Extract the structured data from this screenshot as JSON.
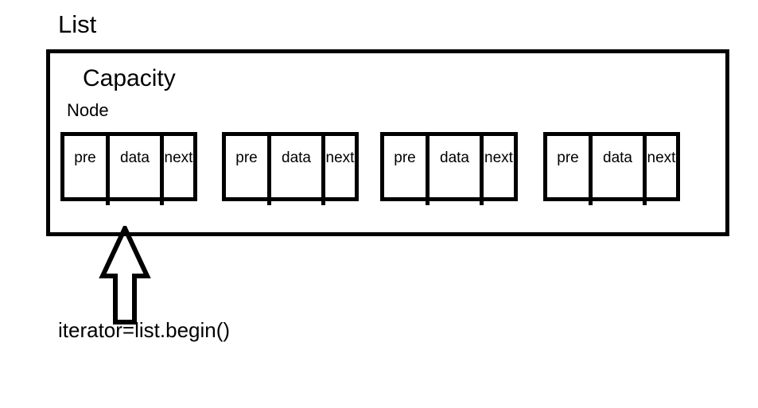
{
  "diagram": {
    "title": "List",
    "container_label": "Capacity",
    "node_label": "Node",
    "caption": "iterator=list.begin()",
    "stroke_color": "#000000",
    "background_color": "#ffffff",
    "node_count": 4,
    "cell_labels": [
      "pre",
      "data",
      "next"
    ],
    "nodes": [
      {
        "index": 1,
        "cells": [
          {
            "label": "pre"
          },
          {
            "label": "data"
          },
          {
            "label": "next"
          }
        ]
      },
      {
        "index": 2,
        "cells": [
          {
            "label": "pre"
          },
          {
            "label": "data"
          },
          {
            "label": "next"
          }
        ]
      },
      {
        "index": 3,
        "cells": [
          {
            "label": "pre"
          },
          {
            "label": "data"
          },
          {
            "label": "next"
          }
        ]
      },
      {
        "index": 4,
        "cells": [
          {
            "label": "pre"
          },
          {
            "label": "data"
          },
          {
            "label": "next"
          }
        ]
      }
    ],
    "annotation": {
      "arrow": "up-arrow",
      "points_to": "first-node",
      "text": "iterator=list.begin()"
    }
  }
}
